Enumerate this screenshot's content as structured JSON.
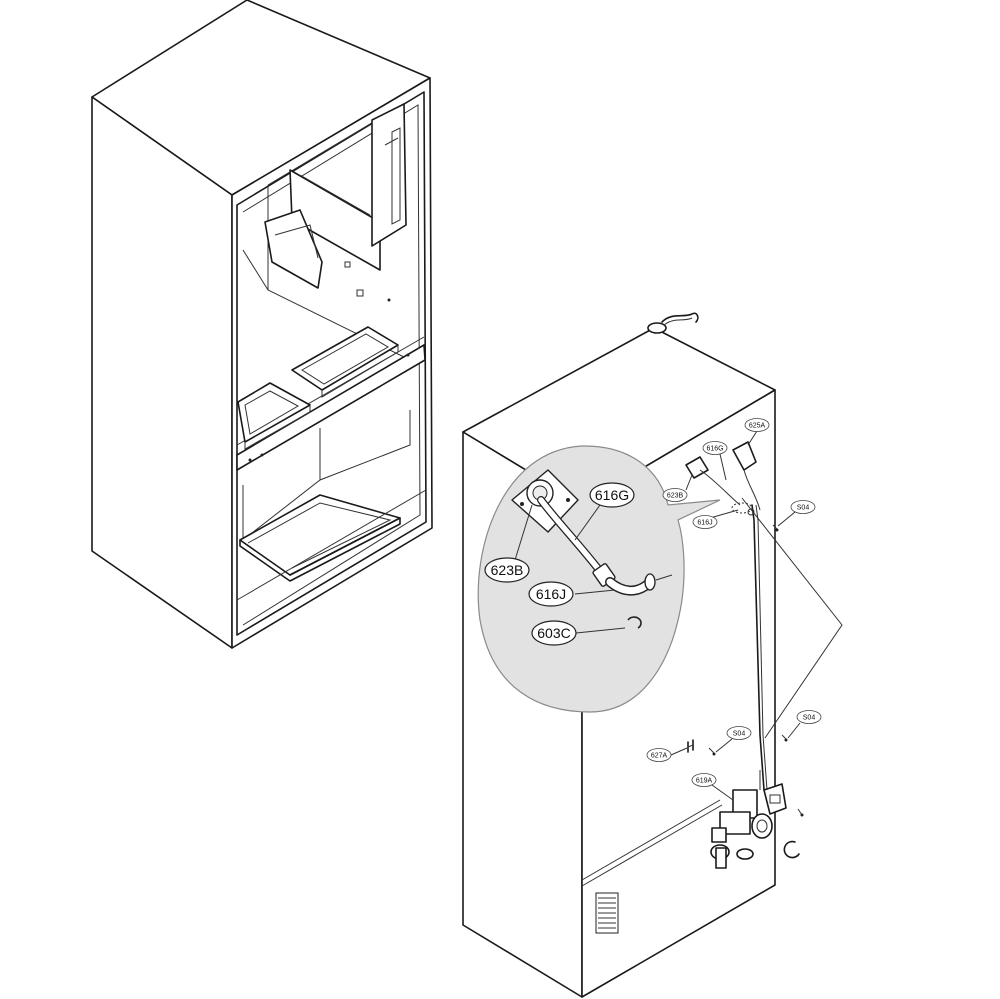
{
  "callouts_detail": {
    "c623B": "623B",
    "c616G": "616G",
    "c616J": "616J",
    "c603C": "603C"
  },
  "callouts_main": {
    "c625A": "625A",
    "c616G": "616G",
    "c623B": "623B",
    "c616J": "616J",
    "cS04_top": "S04",
    "cS04_right": "S04",
    "cS04_mid": "S04",
    "c627A": "627A",
    "c619A": "619A"
  },
  "colors": {
    "line": "#1a1a1a",
    "detail_fill": "#e2e2e2"
  }
}
